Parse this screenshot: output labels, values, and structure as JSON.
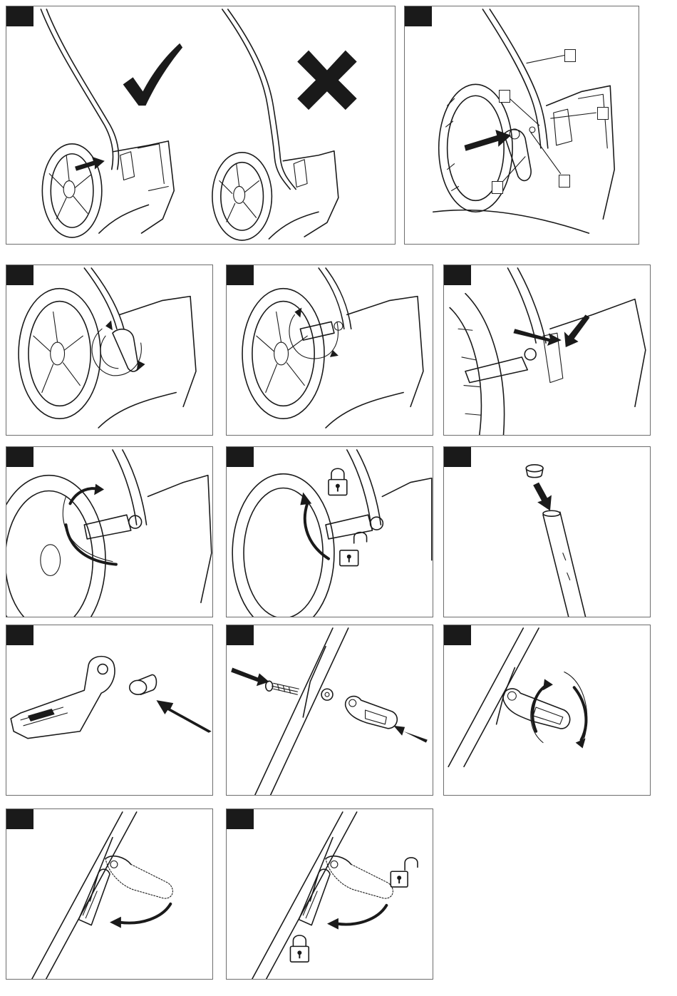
{
  "figures": [
    {
      "id": "fig-1",
      "content": "handle-position-correct-incorrect",
      "icons": [
        "checkmark-icon",
        "cross-icon"
      ]
    },
    {
      "id": "fig-2",
      "content": "handle-bolt-callouts"
    },
    {
      "id": "fig-3",
      "content": "lever-rotate"
    },
    {
      "id": "fig-4",
      "content": "lever-rotate-back"
    },
    {
      "id": "fig-5",
      "content": "clamp-closeup"
    },
    {
      "id": "fig-6",
      "content": "lever-swing"
    },
    {
      "id": "fig-7",
      "content": "lock-unlock",
      "icons": [
        "padlock-locked-icon",
        "padlock-unlocked-icon"
      ]
    },
    {
      "id": "fig-8",
      "content": "cap-insert"
    },
    {
      "id": "fig-9",
      "content": "lever-bushing"
    },
    {
      "id": "fig-10",
      "content": "bolt-assembly"
    },
    {
      "id": "fig-11",
      "content": "lever-rotate-handle"
    },
    {
      "id": "fig-12",
      "content": "lever-fold"
    },
    {
      "id": "fig-13",
      "content": "lever-fold-lock",
      "icons": [
        "padlock-unlocked-icon",
        "padlock-locked-icon"
      ]
    }
  ],
  "colors": {
    "frame": "#6d6d6d",
    "ink": "#1a1a1a",
    "tag": "#1a1a1a",
    "background": "#ffffff"
  }
}
